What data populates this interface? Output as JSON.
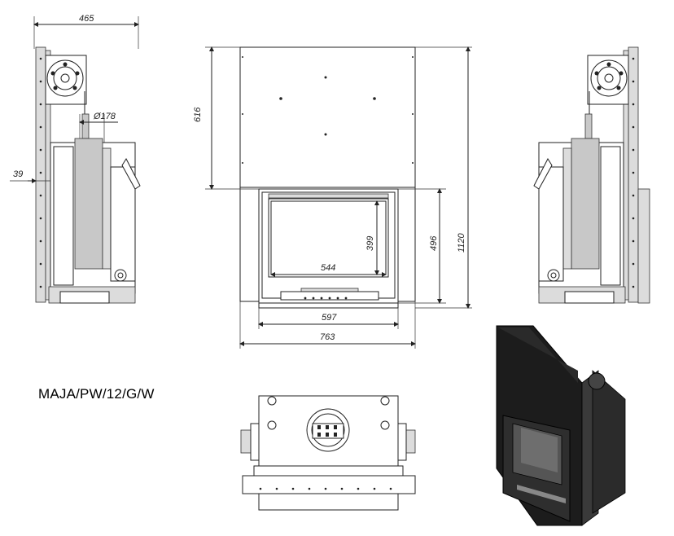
{
  "model": "MAJA/PW/12/G/W",
  "dimensions": {
    "side_depth": "465",
    "side_offset": "39",
    "outlet_diameter": "Ø178",
    "top_height": "616",
    "glass_height": "399",
    "door_height": "496",
    "total_height": "1120",
    "glass_width": "544",
    "door_width": "597",
    "total_width": "763"
  },
  "colors": {
    "line": "#222222",
    "panel": "#c8c8c8",
    "dark": "#1a1a1a"
  }
}
